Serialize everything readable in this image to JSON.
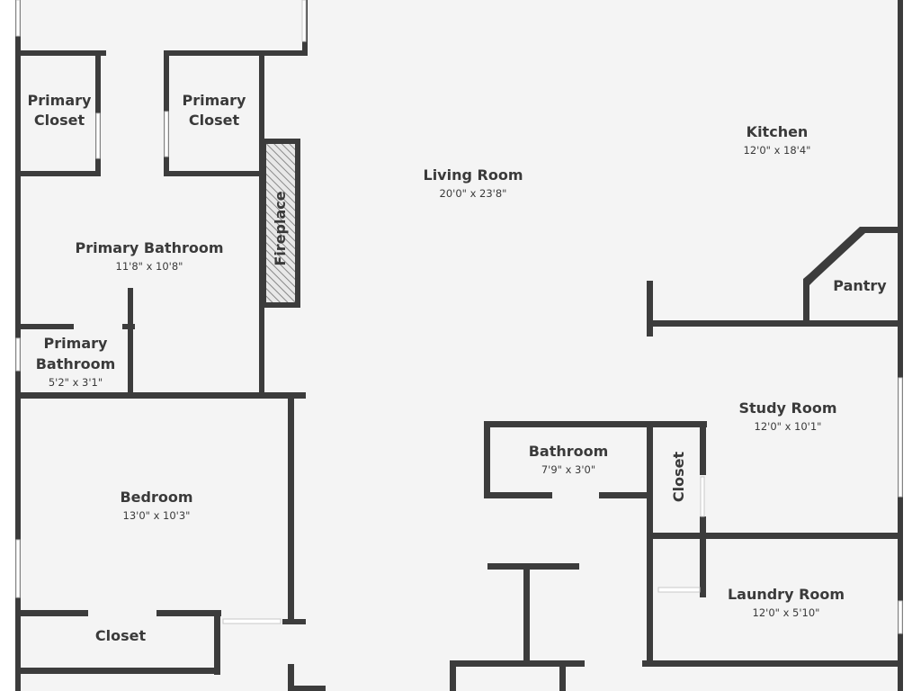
{
  "rooms": [
    {
      "id": "primary-closet-left",
      "name_line1": "Primary",
      "name_line2": "Closet"
    },
    {
      "id": "primary-closet-right",
      "name_line1": "Primary",
      "name_line2": "Closet"
    },
    {
      "id": "primary-bathroom",
      "name": "Primary Bathroom",
      "dims": "11'8\" x 10'8\""
    },
    {
      "id": "primary-bathroom-small",
      "name_line1": "Primary",
      "name_line2": "Bathroom",
      "dims": "5'2\" x 3'1\""
    },
    {
      "id": "fireplace",
      "name": "Fireplace"
    },
    {
      "id": "living-room",
      "name": "Living Room",
      "dims": "20'0\" x 23'8\""
    },
    {
      "id": "kitchen",
      "name": "Kitchen",
      "dims": "12'0\" x 18'4\""
    },
    {
      "id": "pantry",
      "name": "Pantry"
    },
    {
      "id": "study-room",
      "name": "Study Room",
      "dims": "12'0\" x 10'1\""
    },
    {
      "id": "bathroom",
      "name": "Bathroom",
      "dims": "7'9\" x 3'0\""
    },
    {
      "id": "closet-vertical",
      "name": "Closet"
    },
    {
      "id": "bedroom",
      "name": "Bedroom",
      "dims": "13'0\" x 10'3\""
    },
    {
      "id": "laundry-room",
      "name": "Laundry Room",
      "dims": "12'0\" x 5'10\""
    },
    {
      "id": "closet-bottom",
      "name": "Closet"
    }
  ],
  "colors": {
    "wall": "#3c3c3c",
    "floor": "#f4f4f4",
    "text": "#3a3a3a",
    "fireplace_hatch": "#888888"
  }
}
